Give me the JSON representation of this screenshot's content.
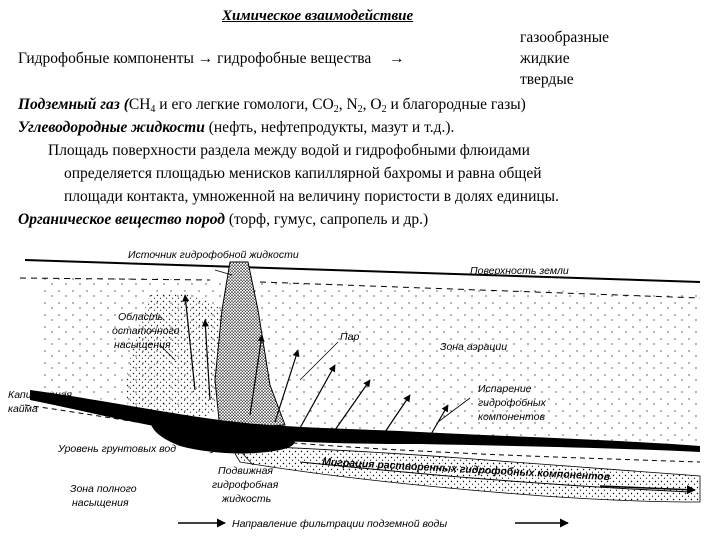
{
  "header": {
    "title": "Химическое взаимодействие"
  },
  "states": {
    "gas": "газообразные",
    "liquid": "жидкие",
    "solid": "твердые"
  },
  "components_line": {
    "text": "Гидрофобные компоненты → гидрофобные вещества",
    "arrow": "→"
  },
  "underground_gas": {
    "term": "Подземный газ (",
    "desc_a": "СН",
    "sub_a": "4",
    "desc_b": " и его легкие гомологи, СО",
    "sub_b": "2",
    "desc_c": ", N",
    "sub_c": "2",
    "desc_d": ", O",
    "sub_d": "2",
    "desc_e": " и благородные газы)"
  },
  "hydrocarbon_liquids": {
    "term": "Углеводородные жидкости",
    "desc": " (нефть, нефтепродукты, мазут и т.д.)."
  },
  "area_paragraph": {
    "line1": "Площадь поверхности  раздела между водой и гидрофобными флюидами",
    "line2": "определяется площадью менисков капиллярной бахромы и равна общей",
    "line3": "площади контакта, умноженной на величину пористости в долях единицы."
  },
  "organic_matter": {
    "term": "Органическое вещество пород",
    "desc": "  (торф, гумус, сапропель и др.)"
  },
  "diagram": {
    "source_label": "Источник гидрофобной жидкости",
    "surface_label": "Поверхность земли",
    "residual_l1": "Область",
    "residual_l2": "остаточного",
    "residual_l3": "насыщения",
    "vapor_label": "Пар",
    "aeration_label": "Зона аэрации",
    "capillary_l1": "Капиллярная",
    "capillary_l2": "кайма",
    "evap_l1": "Испарение",
    "evap_l2": "гидрофобных",
    "evap_l3": "компонентов",
    "gw_level_label": "Уровень грунтовых вод",
    "migration_label": "Миграция растворенных гидрофобных компонентов",
    "full_sat_l1": "Зона полного",
    "full_sat_l2": "насыщения",
    "mobile_l1": "Подвижная",
    "mobile_l2": "гидрофобная",
    "mobile_l3": "жидкость",
    "flow_label": "Направление фильтрации подземной воды"
  }
}
